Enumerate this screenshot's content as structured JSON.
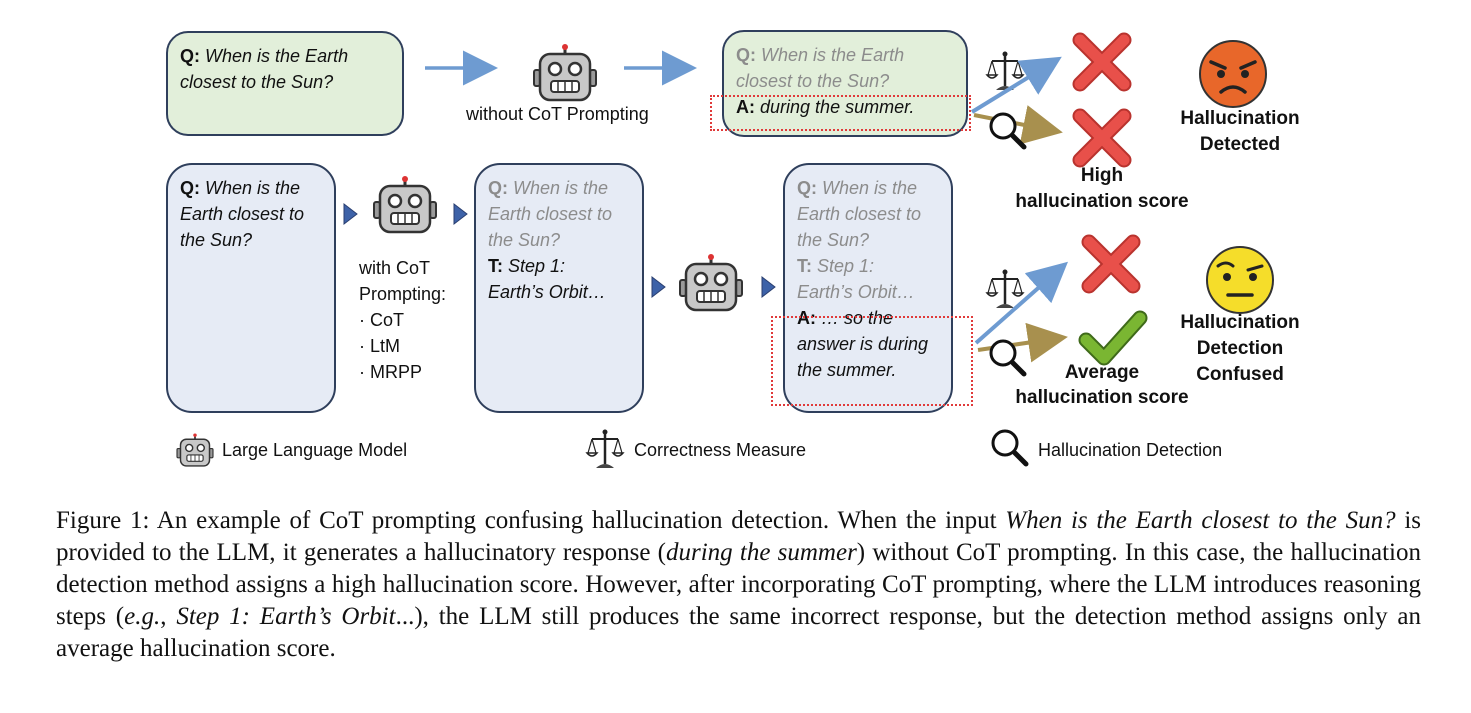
{
  "top_row": {
    "question_box": {
      "q_label": "Q:",
      "q_line1": "When is the Earth",
      "q_line2": "closest to the Sun?"
    },
    "prompt_label": "without CoT Prompting",
    "response_box": {
      "q_label": "Q:",
      "q_line1": "When is the Earth",
      "q_line2": "closest to the Sun?",
      "a_label": "A:",
      "a_text": "during the summer."
    }
  },
  "bottom_row": {
    "question_box": {
      "q_label": "Q:",
      "line1": "When is the",
      "line2": "Earth closest to",
      "line3": "the Sun?"
    },
    "prompt_label": {
      "line1": "with CoT",
      "line2": "Prompting:",
      "items": [
        "· CoT",
        "· LtM",
        "· MRPP"
      ]
    },
    "reasoning_box": {
      "q_label": "Q:",
      "line1": "When is the",
      "line2": "Earth closest to",
      "line3": "the Sun?",
      "t_label": "T:",
      "t_line1": "Step 1:",
      "t_line2": "Earth’s Orbit…"
    },
    "response_box": {
      "q_label": "Q:",
      "line1": "When is the",
      "line2": "Earth closest to",
      "line3": "the Sun?",
      "t_label": "T:",
      "t_line1": "Step 1:",
      "t_line2": "Earth’s Orbit…",
      "a_label": "A:",
      "a_line1": "…  so the",
      "a_line2": "answer is during",
      "a_line3": "the summer."
    }
  },
  "results": {
    "top_score_label": {
      "line1": "High",
      "line2": "hallucination score"
    },
    "top_status": {
      "line1": "Hallucination",
      "line2": "Detected"
    },
    "bottom_score_label": {
      "line1": "Average",
      "line2": "hallucination score"
    },
    "bottom_status": {
      "line1": "Hallucination",
      "line2": "Detection",
      "line3": "Confused"
    }
  },
  "legend": {
    "llm": "Large Language Model",
    "correctness": "Correctness Measure",
    "detection": "Hallucination Detection"
  },
  "caption": {
    "p1": "Figure 1: An example of CoT prompting confusing hallucination detection. When the input ",
    "p1_italic": "When is the Earth closest to the Sun?",
    "p2": " is provided to the LLM, it generates a hallucinatory response (",
    "p2_italic": "during the summer",
    "p3": ") without CoT prompting. In this case, the hallucination detection method assigns a high hallucination score. However, after incorporating CoT prompting, where the LLM introduces reasoning steps (",
    "p3_italic": "e.g.",
    "p4": ", ",
    "p4_italic": "Step 1: Earth’s Orbit",
    "p5": "...), the LLM still produces the same incorrect response, but the detection method assigns only an average hallucination score."
  },
  "colors": {
    "green_box": "#e2efda",
    "blue_box": "#e6ebf5",
    "box_border": "#2f3f5c",
    "arrow_blue": "#6e9bd1",
    "arrow_gold": "#a8904e",
    "cross_red": "#e8504a",
    "check_green": "#7ab632",
    "angry_face": "#e8672a",
    "confused_face": "#f5dd2a",
    "dotted_red": "#e03a3a",
    "triangle": "#3d62a8"
  },
  "icons": [
    "robot-icon",
    "scale-icon",
    "magnifier-icon",
    "cross-icon",
    "check-icon",
    "angry-face-icon",
    "confused-face-icon"
  ]
}
